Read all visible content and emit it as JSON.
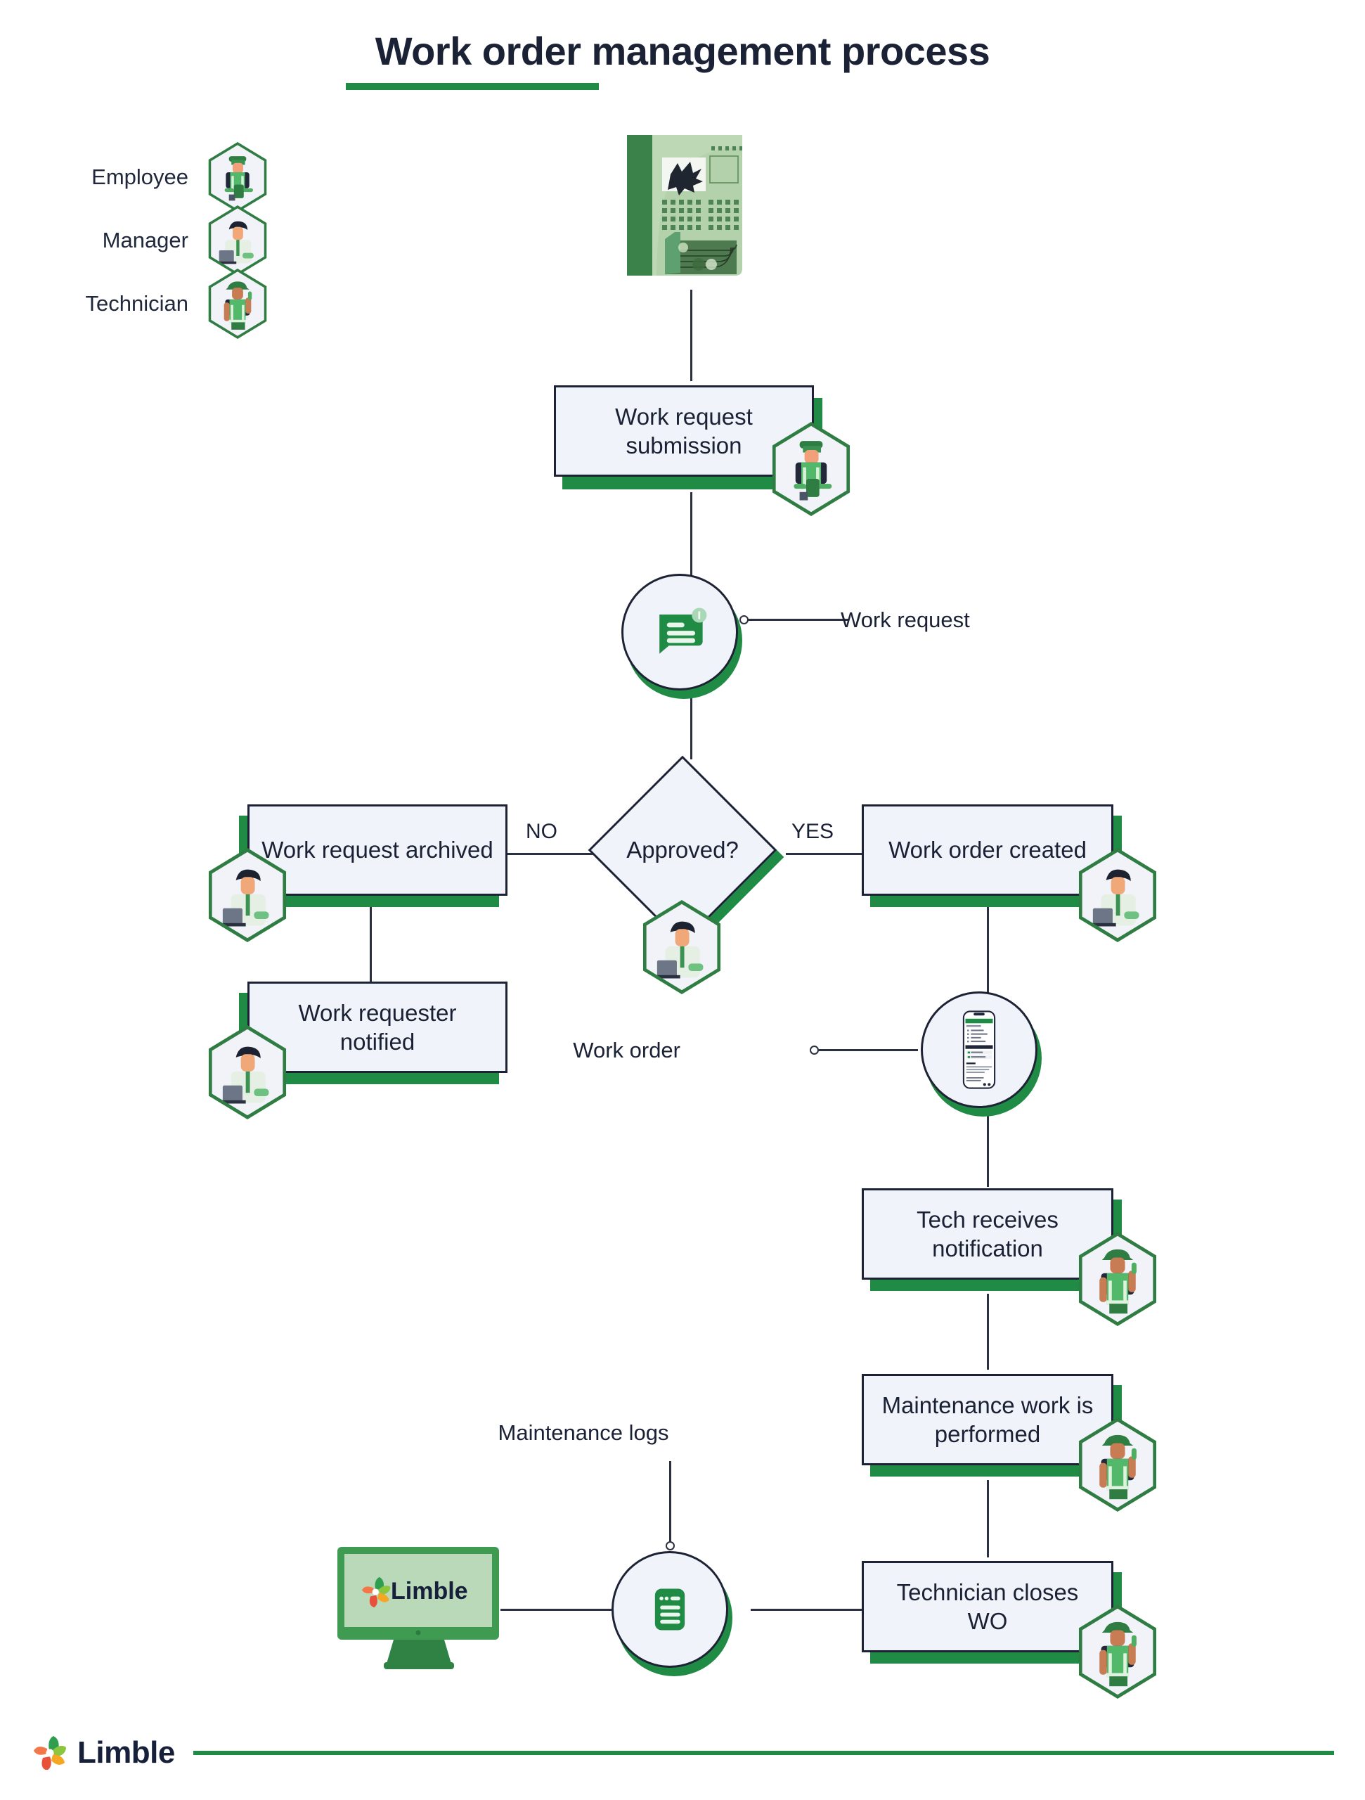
{
  "title": "Work order management process",
  "legend": {
    "items": [
      {
        "label": "Employee",
        "icon": "employee-avatar-icon"
      },
      {
        "label": "Manager",
        "icon": "manager-avatar-icon"
      },
      {
        "label": "Technician",
        "icon": "technician-avatar-icon"
      }
    ]
  },
  "nodes": {
    "asset": {
      "label": "",
      "icon": "broken-machine-illustration"
    },
    "work_request_submission": {
      "label": "Work request submission",
      "role": "Employee"
    },
    "work_request_artifact": {
      "label": "Work request",
      "icon": "message-bubble-icon"
    },
    "approved_decision": {
      "label": "Approved?",
      "role": "Manager"
    },
    "work_request_archived": {
      "label": "Work request archived",
      "role": "Manager"
    },
    "work_requester_notified": {
      "label": "Work requester notified",
      "role": "Manager"
    },
    "work_order_created": {
      "label": "Work order created",
      "role": "Manager"
    },
    "work_order_artifact": {
      "label": "Work order",
      "icon": "mobile-work-order-icon"
    },
    "tech_receives_notification": {
      "label": "Tech receives notification",
      "role": "Technician"
    },
    "maintenance_work_performed": {
      "label": "Maintenance work is performed",
      "role": "Technician"
    },
    "technician_closes_wo": {
      "label": "Technician closes WO",
      "role": "Technician"
    },
    "maintenance_logs_artifact": {
      "label": "Maintenance logs",
      "icon": "document-log-icon"
    },
    "cmms_monitor": {
      "label": "Limble",
      "icon": "desktop-monitor-icon"
    }
  },
  "edges": {
    "no_label": "NO",
    "yes_label": "YES"
  },
  "footer": {
    "brand": "Limble",
    "icon": "limble-pinwheel-logo"
  },
  "colors": {
    "brand_green": "#1f8b44",
    "node_fill": "#f1f3fa",
    "node_border": "#1d2335",
    "text_dark": "#1b2134",
    "title_dark": "#1b2236",
    "monitor_green": "#3f9a52",
    "monitor_screen": "#b9d9b9"
  }
}
